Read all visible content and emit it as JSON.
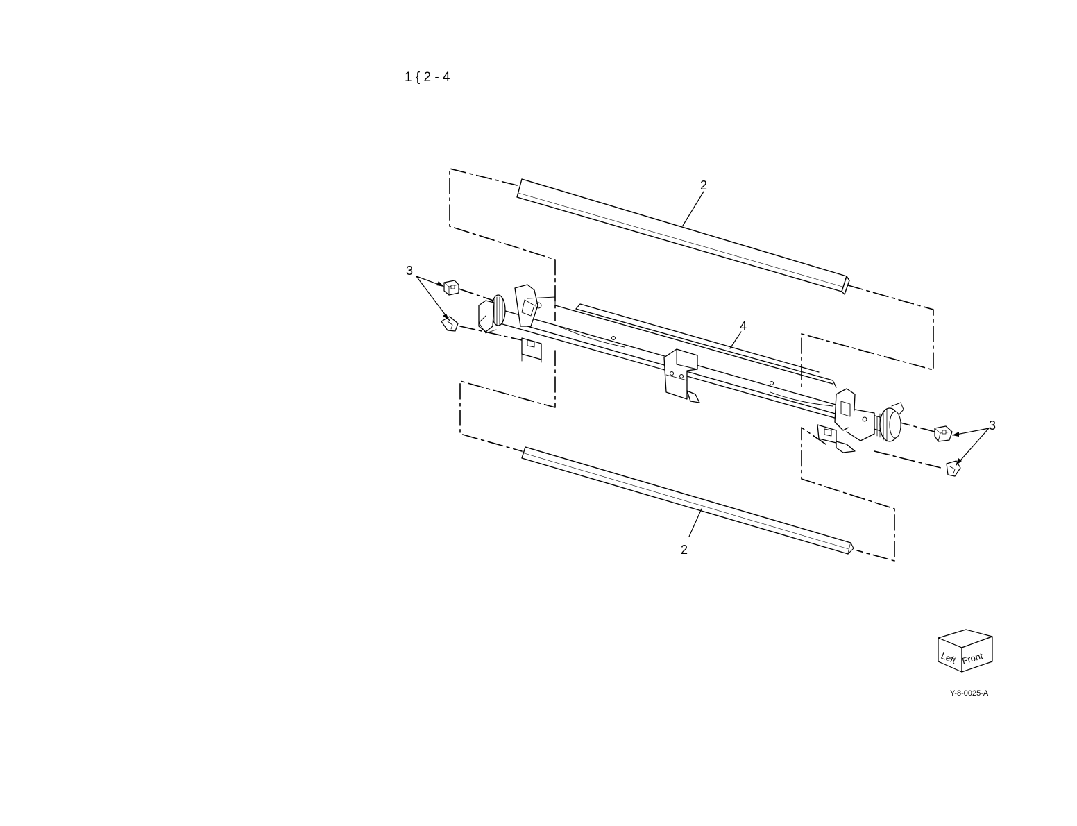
{
  "heading": "1 { 2 - 4",
  "callouts": {
    "strip_upper": "2",
    "strip_lower": "2",
    "clips_left": "3",
    "clips_right": "3",
    "rail_assembly": "4"
  },
  "orientation_cube": {
    "left_face": "Left",
    "front_face": "Front"
  },
  "drawing_code": "Y-8-0025-A"
}
